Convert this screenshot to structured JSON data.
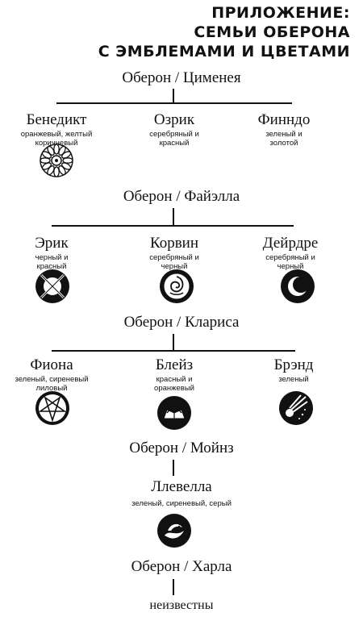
{
  "title": {
    "line1": "ПРИЛОЖЕНИЕ:",
    "line2": "СЕМЬИ ОБЕРОНА",
    "line3": "С ЭМБЛЕМАМИ И ЦВЕТАМИ"
  },
  "families": [
    {
      "parents": "Оберон / Цименея",
      "children": [
        {
          "name": "Бенедикт",
          "colors": "оранжевый, желтый коричневый",
          "emblem": "sunflower-emblem"
        },
        {
          "name": "Озрик",
          "colors": "серебряный и красный",
          "emblem": ""
        },
        {
          "name": "Финндо",
          "colors": "зеленый и золотой",
          "emblem": ""
        }
      ]
    },
    {
      "parents": "Оберон / Файэлла",
      "children": [
        {
          "name": "Эрик",
          "colors": "черный и красный",
          "emblem": "crossed-swords-emblem"
        },
        {
          "name": "Корвин",
          "colors": "серебряный и черный",
          "emblem": "rose-emblem"
        },
        {
          "name": "Дейрдре",
          "colors": "серебряный и черный",
          "emblem": "crescent-moon-emblem"
        }
      ]
    },
    {
      "parents": "Оберон / Клариса",
      "children": [
        {
          "name": "Фиона",
          "colors": "зеленый, сиреневый лиловый",
          "emblem": "pentagram-emblem"
        },
        {
          "name": "Блейз",
          "colors": "красный и оранжевый",
          "emblem": "flame-emblem"
        },
        {
          "name": "Брэнд",
          "colors": "зеленый",
          "emblem": "comet-emblem"
        }
      ]
    },
    {
      "parents": "Оберон / Мойнз",
      "children": [
        {
          "name": "Ллевелла",
          "colors": "зеленый, сиреневый, серый",
          "emblem": "sea-dragon-emblem"
        }
      ]
    },
    {
      "parents": "Оберон / Харла",
      "children": [
        {
          "name": "неизвестны",
          "colors": "",
          "emblem": ""
        }
      ]
    }
  ]
}
